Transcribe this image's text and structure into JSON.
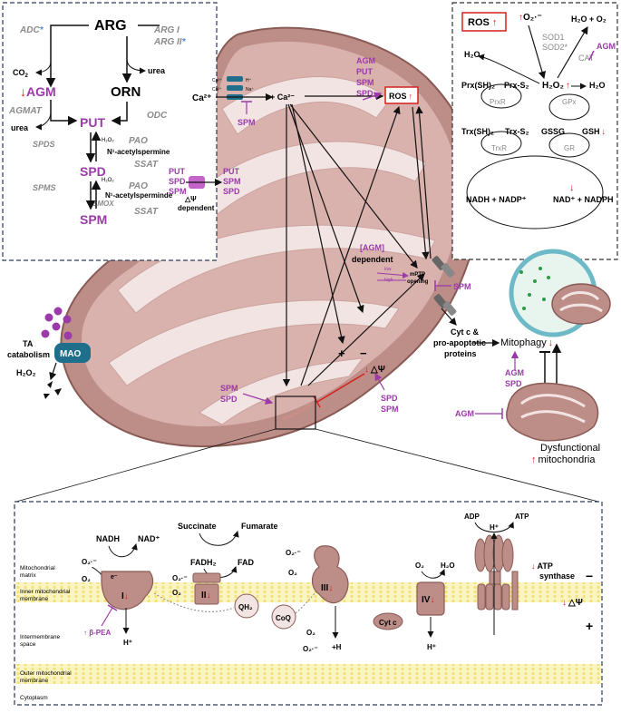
{
  "pathway": {
    "arg": "ARG",
    "orn": "ORN",
    "agm": "AGM",
    "agm_arrow": "↓",
    "put": "PUT",
    "spd": "SPD",
    "spm": "SPM",
    "adc": "ADC",
    "adc_star": "*",
    "arg1": "ARG I",
    "arg2": "ARG II",
    "arg2_star": "*",
    "co2": "CO",
    "co2_sub": "2",
    "urea1": "urea",
    "urea2": "urea",
    "agmat": "AGMAT",
    "odc": "ODC",
    "spds": "SPDS",
    "spms": "SPMS",
    "pao1": "PAO",
    "ssat1": "SSAT",
    "pao2": "PAO",
    "ssat2": "SSAT",
    "smox": "SMOX",
    "h2o2": "H₂O₂",
    "n1_acetylspermine": "N¹-acetylspermine",
    "n1_acetylspermidine": "N¹-acetylsperminde"
  },
  "ros_box": {
    "ros": "ROS",
    "o2_radical": "O₂·⁻",
    "h2o_o2": "H₂O + O₂",
    "sod1": "SOD1",
    "sod2": "SOD2*",
    "cat": "CAT",
    "agm": "AGM",
    "h2o_left": "H₂O",
    "h2o2": "H₂O₂",
    "h2o_right": "H₂O",
    "prx_sh": "Prx(SH)₂",
    "prx_s": "Prx-S₂",
    "prxr": "PrxR",
    "gpx": "GPx",
    "trx_sh": "Trx(SH)₂",
    "trx_s": "Trx-S₂",
    "trxr": "TrxR",
    "gssg": "GSSG",
    "gsh": "GSH",
    "gr": "GR",
    "nadh_nadp": "NADH + NADP⁺",
    "nad_nadph": "NAD⁺ + NADPH",
    "arrow_up": "↑",
    "arrow_down": "↓"
  },
  "mito": {
    "ca_in": "Ca²⁺",
    "ca_out": "+ Ca²⁻",
    "ca_small": "Ca²⁺",
    "h_small": "H⁺",
    "na_small": "Na⁺",
    "spm_channel": "SPM",
    "put_left": "PUT",
    "spd_left": "SPD",
    "spm_left": "SPM",
    "put_right": "PUT",
    "spd_right": "SPD",
    "spm_right": "SPM",
    "dpsi_dependent_sym": "△Ψ",
    "dpsi_dependent": "dependent",
    "agm_top": "AGM",
    "put_top": "PUT",
    "spm_top": "SPM",
    "spd_top": "SPD",
    "ros_center": "ROS",
    "agm_dep": "[AGM]",
    "dependent": "dependent",
    "low": "low",
    "high": "high",
    "mptp": "mPTP",
    "opening": "opening",
    "spm_pore": "SPM",
    "plus": "+",
    "minus": "−",
    "dpsi": "△Ψ",
    "spd_bottom": "SPD",
    "spm_bottom": "SPM",
    "spm_left2": "SPM",
    "spd_left2": "SPD"
  },
  "outside": {
    "ta": "TA",
    "catabolism": "catabolism",
    "mao": "MAO",
    "h2o2": "H₂O₂",
    "cytc_line1": "Cyt c &",
    "cytc_line2": "pro-apoptotic",
    "cytc_line3": "proteins",
    "mitophagy": "Mitophagy",
    "agm_mito": "AGM",
    "spd_mito": "SPD",
    "agm_dys": "AGM",
    "dysfunctional": "Dysfunctional",
    "mitochondria": "mitochondria"
  },
  "etc": {
    "matrix": "Mitochondrial matrix",
    "inner": "Inner mitochondrial membrane",
    "intermembrane": "Intermembrane space",
    "outer": "Outer mitochondrial membrane",
    "cytoplasm": "Cytoplasm",
    "nadh": "NADH",
    "nad": "NAD⁺",
    "succinate": "Succinate",
    "fumarate": "Fumarate",
    "fadh2": "FADH₂",
    "fad": "FAD",
    "o2r_1": "O₂·⁻",
    "o2_1": "O₂",
    "e_1": "e⁻",
    "c1": "I",
    "c2": "II",
    "c3": "III",
    "c4": "IV",
    "qh2": "QH₂",
    "coq": "CoQ",
    "cytc": "Cyt c",
    "bpea": "↑ β-PEA",
    "h_out1": "H⁺",
    "o2r_3": "O₂·⁻",
    "o2_3": "O₂",
    "o2r_3b": "O₂·⁻",
    "h_out3": "+H",
    "o2_4": "O₂",
    "h2o_4": "H₂O",
    "h_out4": "H⁺",
    "adp": "ADP",
    "atp": "ATP",
    "h_syn": "H⁺",
    "atp_synthase_1": "ATP",
    "atp_synthase_2": "synthase",
    "minus": "−",
    "plus": "+",
    "dpsi": "△Ψ"
  },
  "colors": {
    "mito_fill": "#bd8d88",
    "mito_inner": "#f2e4e3",
    "purple": "#9b3aa8",
    "red": "#d6211d",
    "mao": "#1f6e8c"
  }
}
